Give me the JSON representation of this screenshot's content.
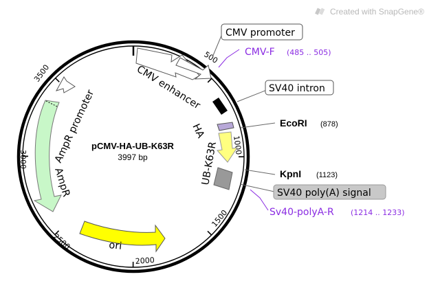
{
  "watermark": {
    "text": "Created with SnapGene®",
    "icon": "snapgene-logo-icon"
  },
  "plasmid": {
    "name": "pCMV-HA-UB-K63R",
    "length": "3997 bp"
  },
  "ticks": [
    "500",
    "1000",
    "1500",
    "2000",
    "2500",
    "3000",
    "3500"
  ],
  "features": {
    "cmv_promoter": "CMV promoter",
    "cmv_enhancer": "CMV enhancer",
    "sv40_intron": "SV40 intron",
    "ha": "HA",
    "ub_k63r": "UB-K63R",
    "sv40_polya": "SV40 poly(A) signal",
    "ori": "ori",
    "ampr": "AmpR",
    "ampr_promoter": "AmpR promoter"
  },
  "sites": [
    {
      "name": "EcoRI",
      "pos": "(878)"
    },
    {
      "name": "KpnI",
      "pos": "(1123)"
    }
  ],
  "primers": [
    {
      "name": "CMV-F",
      "range": "(485 .. 505)"
    },
    {
      "name": "Sv40-polyA-R",
      "range": "(1214 .. 1233)"
    }
  ],
  "colors": {
    "backbone": "#000000",
    "primer": "#8a2be2",
    "ampr_fill": "#c8f7c8",
    "ori_fill": "#ffff00",
    "ub_fill": "#ffff80",
    "polya_fill": "#999999",
    "ha_fill": "#b8a8d8",
    "promoter_fill": "#ffffff",
    "label_box_gray": "#c8c8c8"
  }
}
